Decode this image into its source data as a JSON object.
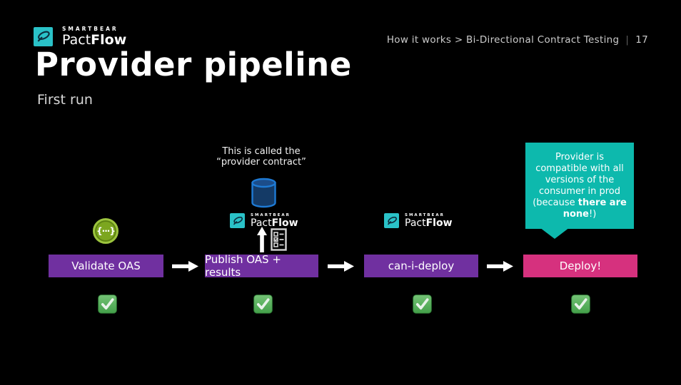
{
  "brand": {
    "smartbear": "SMARTBEAR",
    "product_light": "Pact",
    "product_bold": "Flow"
  },
  "header": {
    "breadcrumb": "How it works > Bi-Directional Contract Testing",
    "separator": "|",
    "page_number": "17"
  },
  "title": "Provider pipeline",
  "subtitle": "First run",
  "annotation": {
    "line1": "This is called the",
    "line2": "“provider contract”"
  },
  "callout": {
    "pre": "Provider is compatible with all versions of the consumer in prod (because ",
    "bold": "there are none",
    "post": "!)"
  },
  "pipeline": {
    "steps": [
      {
        "label": "Validate OAS",
        "color": "#7030a0"
      },
      {
        "label": "Publish OAS + results",
        "color": "#7030a0"
      },
      {
        "label": "can-i-deploy",
        "color": "#7030a0"
      },
      {
        "label": "Deploy!",
        "color": "#d6317e"
      }
    ]
  },
  "icons": {
    "oas_glyph": "{···}"
  },
  "colors": {
    "background": "#000000",
    "step_purple": "#7030a0",
    "step_pink": "#d6317e",
    "callout_teal": "#0db9ad",
    "logo_teal": "#2ac2c8",
    "check_green": "#55b558",
    "oas_green": "#7ca61f",
    "cylinder_fill": "#143a66",
    "cylinder_stroke": "#1e7ad4"
  }
}
